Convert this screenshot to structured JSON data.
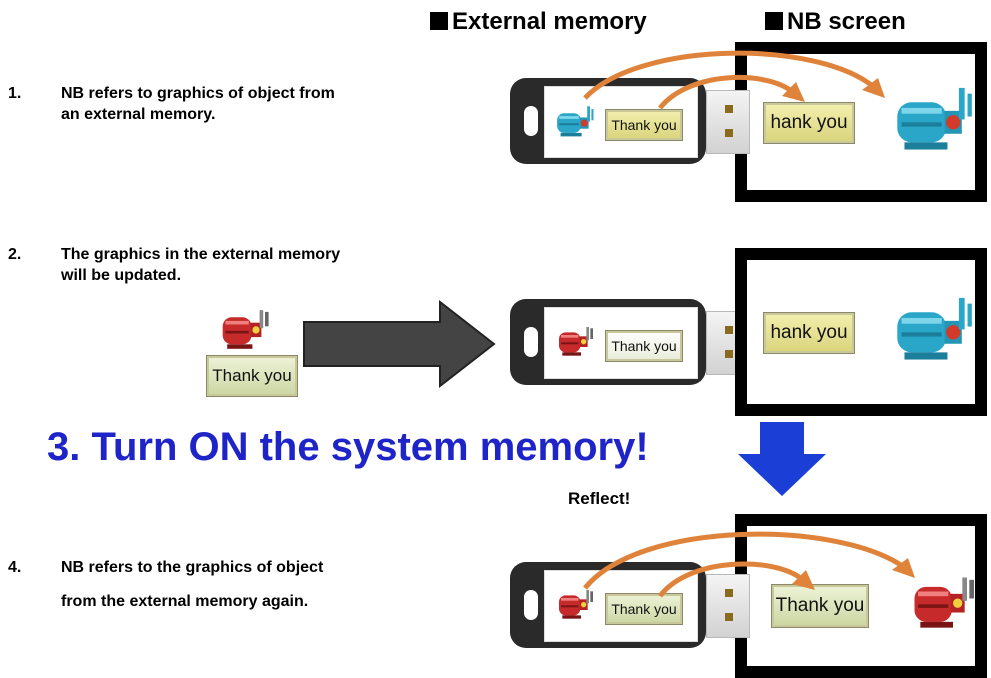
{
  "headers": {
    "external_memory": "External memory",
    "nb_screen": "NB screen"
  },
  "steps": [
    {
      "number": "1.",
      "lines": [
        "NB refers to graphics of object from",
        "an external memory."
      ]
    },
    {
      "number": "2.",
      "lines": [
        "The graphics in the external memory",
        "will be updated."
      ]
    },
    {
      "number": "4.",
      "lines": [
        "NB refers to the graphics of object",
        "from the external memory again."
      ]
    }
  ],
  "big_step": "3. Turn ON the system memory!",
  "reflect_label": "Reflect!",
  "button_text": "Thank you",
  "button_text_truncated": "hank you",
  "icons": {
    "blue_motor": "pump-motor-blue-icon",
    "red_motor": "pump-motor-red-icon",
    "right_arrow": "right-arrow-icon",
    "down_arrow": "down-arrow-icon",
    "usb_drive": "usb-drive-icon"
  },
  "colors": {
    "heading_blue": "#1f24c8",
    "arrow_orange": "#e0833a",
    "down_arrow_blue": "#1b3fd6",
    "right_arrow_gray": "#444444"
  }
}
